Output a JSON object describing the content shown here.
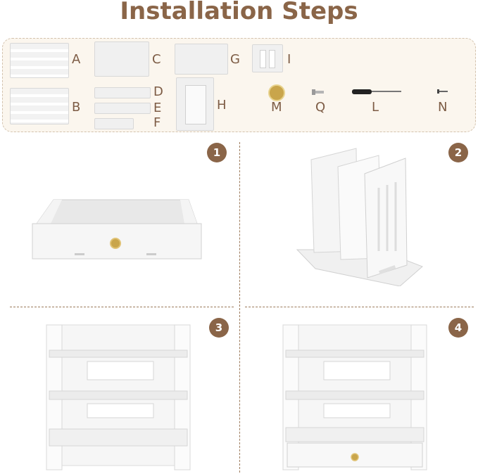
{
  "title": "Installation Steps",
  "parts": {
    "A": "A",
    "B": "B",
    "C": "C",
    "D": "D",
    "E": "E",
    "F": "F",
    "G": "G",
    "H": "H",
    "I": "I",
    "M": "M",
    "Q": "Q",
    "L": "L",
    "N": "N"
  },
  "steps": [
    "1",
    "2",
    "3",
    "4"
  ],
  "colors": {
    "accent": "#8a6548",
    "panel_bg": "#fbf6ee",
    "divider": "#9c7a5b"
  }
}
